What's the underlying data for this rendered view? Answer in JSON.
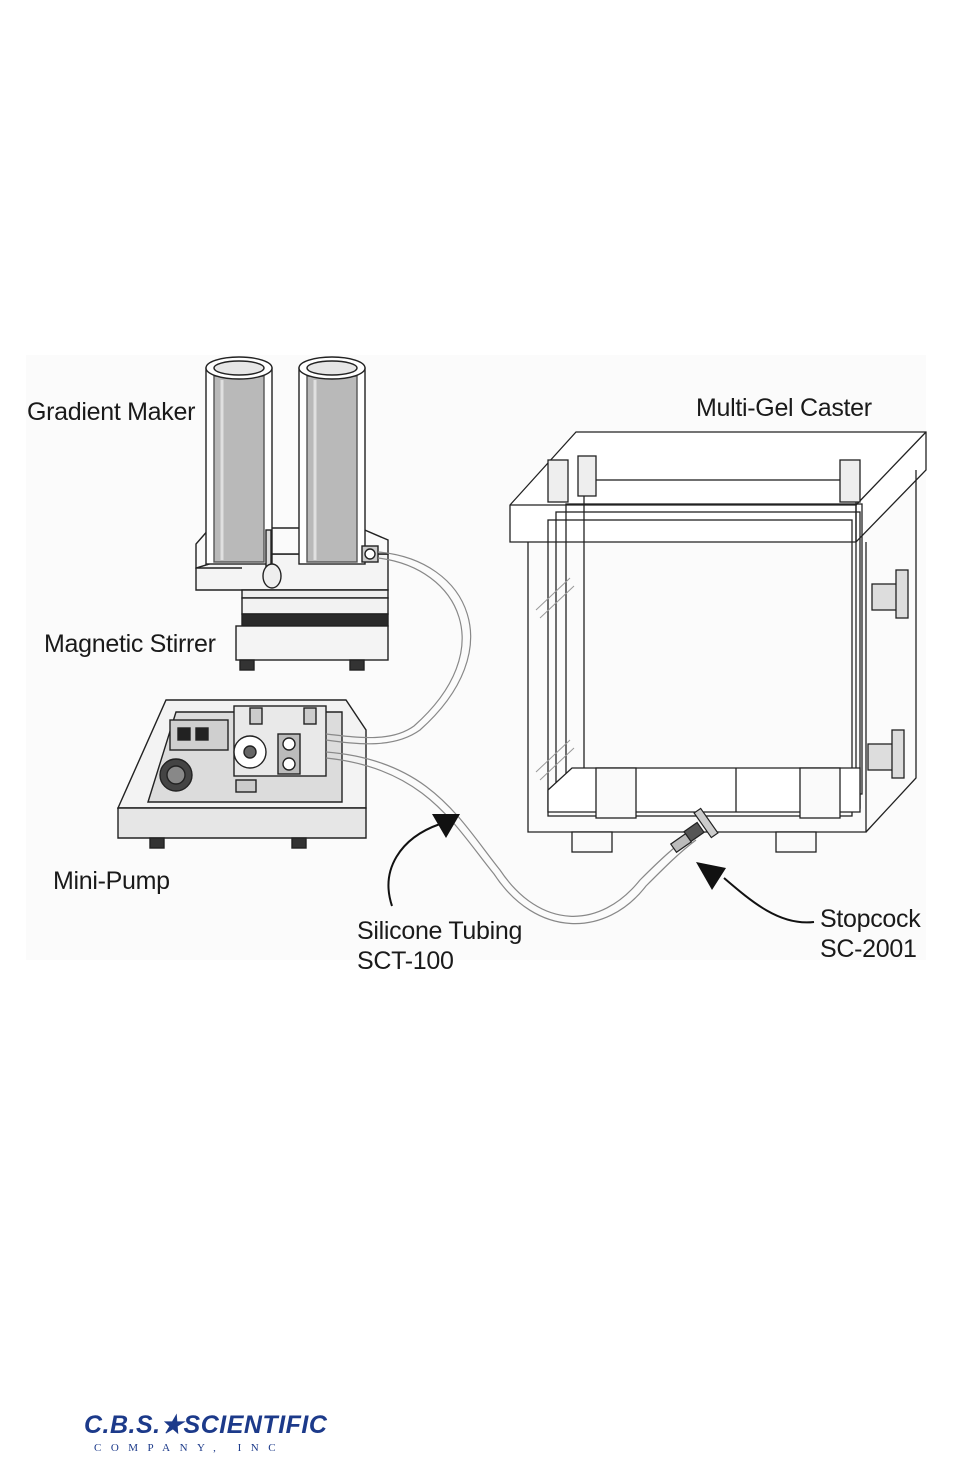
{
  "labels": {
    "gradient_maker": "Gradient Maker",
    "multi_gel_caster": "Multi-Gel Caster",
    "magnetic_stirrer": "Magnetic Stirrer",
    "mini_pump": "Mini-Pump",
    "tubing_line1": "Silicone Tubing",
    "tubing_line2": "SCT-100",
    "stopcock_line1": "Stopcock",
    "stopcock_line2": "SC-2001"
  },
  "logo": {
    "wordmark": "C.B.S.★SCIENTIFIC",
    "subtitle": "COMPANY, INC"
  },
  "colors": {
    "brand_blue": "#1c3a8a",
    "line": "#222222",
    "tube_fill": "#b8b8b8",
    "background": "#ffffff"
  }
}
